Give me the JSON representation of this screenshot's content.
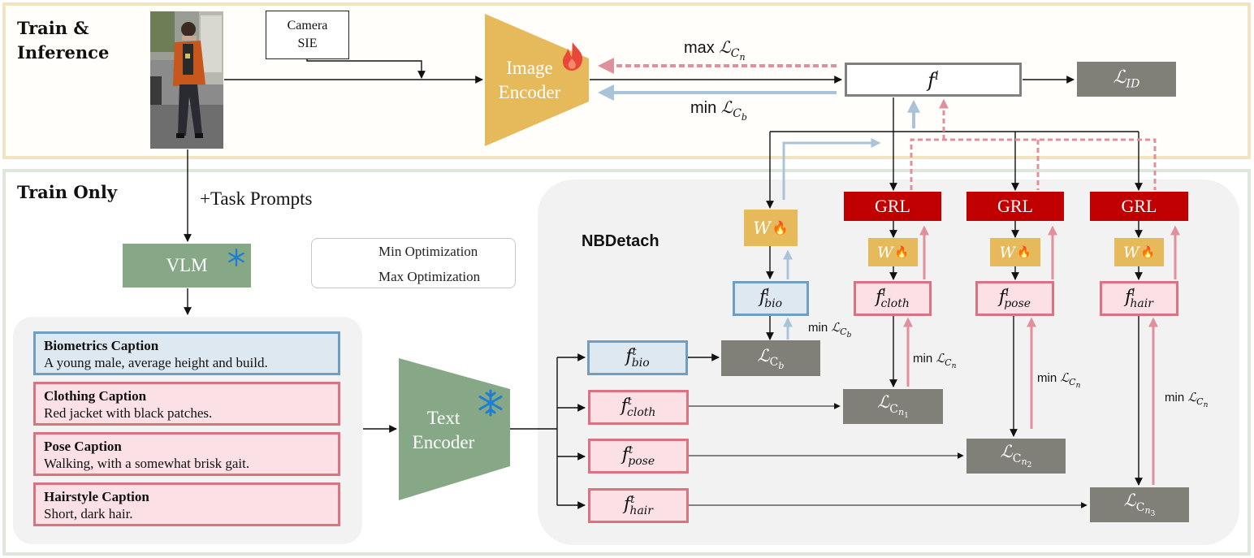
{
  "sections": {
    "train_inference": "Train &",
    "train_inference_line2": "Inference",
    "train_only": "Train Only"
  },
  "camera": {
    "line1": "Camera",
    "line2": "SIE"
  },
  "image_encoder": {
    "line1": "Image",
    "line2": "Encoder",
    "icon": "flame-icon"
  },
  "text_encoder": {
    "line1": "Text",
    "line2": "Encoder",
    "icon": "snowflake-icon"
  },
  "vlm": {
    "label": "VLM",
    "icon": "snowflake-icon"
  },
  "task_prompts": "+Task Prompts",
  "nbdetach": "NBDetach",
  "legend": {
    "min": "Min Optimization",
    "max": "Max Optimization"
  },
  "captions": [
    {
      "title": "Biometrics Caption",
      "body": "A young male, average height and build.",
      "kind": "bio"
    },
    {
      "title": "Clothing Caption",
      "body": "Red jacket with black patches.",
      "kind": "attr"
    },
    {
      "title": "Pose Caption",
      "body": "Walking, with a somewhat brisk gait.",
      "kind": "attr"
    },
    {
      "title": "Hairstyle Caption",
      "body": "Short, dark hair.",
      "kind": "attr"
    }
  ],
  "features": {
    "fi": {
      "base": "f",
      "sup": "i"
    },
    "loss_id": {
      "base": "ℒ",
      "sub": "ID"
    },
    "image_feats": [
      {
        "base": "f",
        "sup": "i",
        "sub": "bio"
      },
      {
        "base": "f",
        "sup": "i",
        "sub": "cloth"
      },
      {
        "base": "f",
        "sup": "i",
        "sub": "pose"
      },
      {
        "base": "f",
        "sup": "i",
        "sub": "hair"
      }
    ],
    "text_feats": [
      {
        "base": "f",
        "sup": "t",
        "sub": "bio"
      },
      {
        "base": "f",
        "sup": "t",
        "sub": "cloth"
      },
      {
        "base": "f",
        "sup": "t",
        "sub": "pose"
      },
      {
        "base": "f",
        "sup": "t",
        "sub": "hair"
      }
    ],
    "losses": [
      {
        "base": "ℒ",
        "sub": "C",
        "subsub": "b"
      },
      {
        "base": "ℒ",
        "sub": "C",
        "subsub": "n",
        "idx": "1"
      },
      {
        "base": "ℒ",
        "sub": "C",
        "subsub": "n",
        "idx": "2"
      },
      {
        "base": "ℒ",
        "sub": "C",
        "subsub": "n",
        "idx": "3"
      }
    ]
  },
  "grl": [
    "GRL",
    "GRL",
    "GRL"
  ],
  "weight": [
    "W",
    "W",
    "W",
    "W"
  ],
  "labels": {
    "max_top": {
      "op": "max",
      "base": "ℒ",
      "sub": "C",
      "subsub": "n"
    },
    "min_top": {
      "op": "min",
      "base": "ℒ",
      "sub": "C",
      "subsub": "b"
    },
    "min_cb": {
      "op": "min",
      "base": "ℒ",
      "sub": "C",
      "subsub": "b"
    },
    "min_cn_1": {
      "op": "min",
      "base": "ℒ",
      "sub": "C",
      "subsub": "n"
    },
    "min_cn_2": {
      "op": "min",
      "base": "ℒ",
      "sub": "C",
      "subsub": "n"
    },
    "min_cn_3": {
      "op": "min",
      "base": "ℒ",
      "sub": "C",
      "subsub": "n"
    }
  },
  "colors": {
    "min_arrow": "#a9c4d9",
    "max_arrow": "#e0909c",
    "grl": "#c00000",
    "encoder_image": "#e6b95a",
    "encoder_text": "#87a887",
    "loss_box": "#808079",
    "bio_border": "#6f9ec2",
    "attr_border": "#d9737f"
  }
}
